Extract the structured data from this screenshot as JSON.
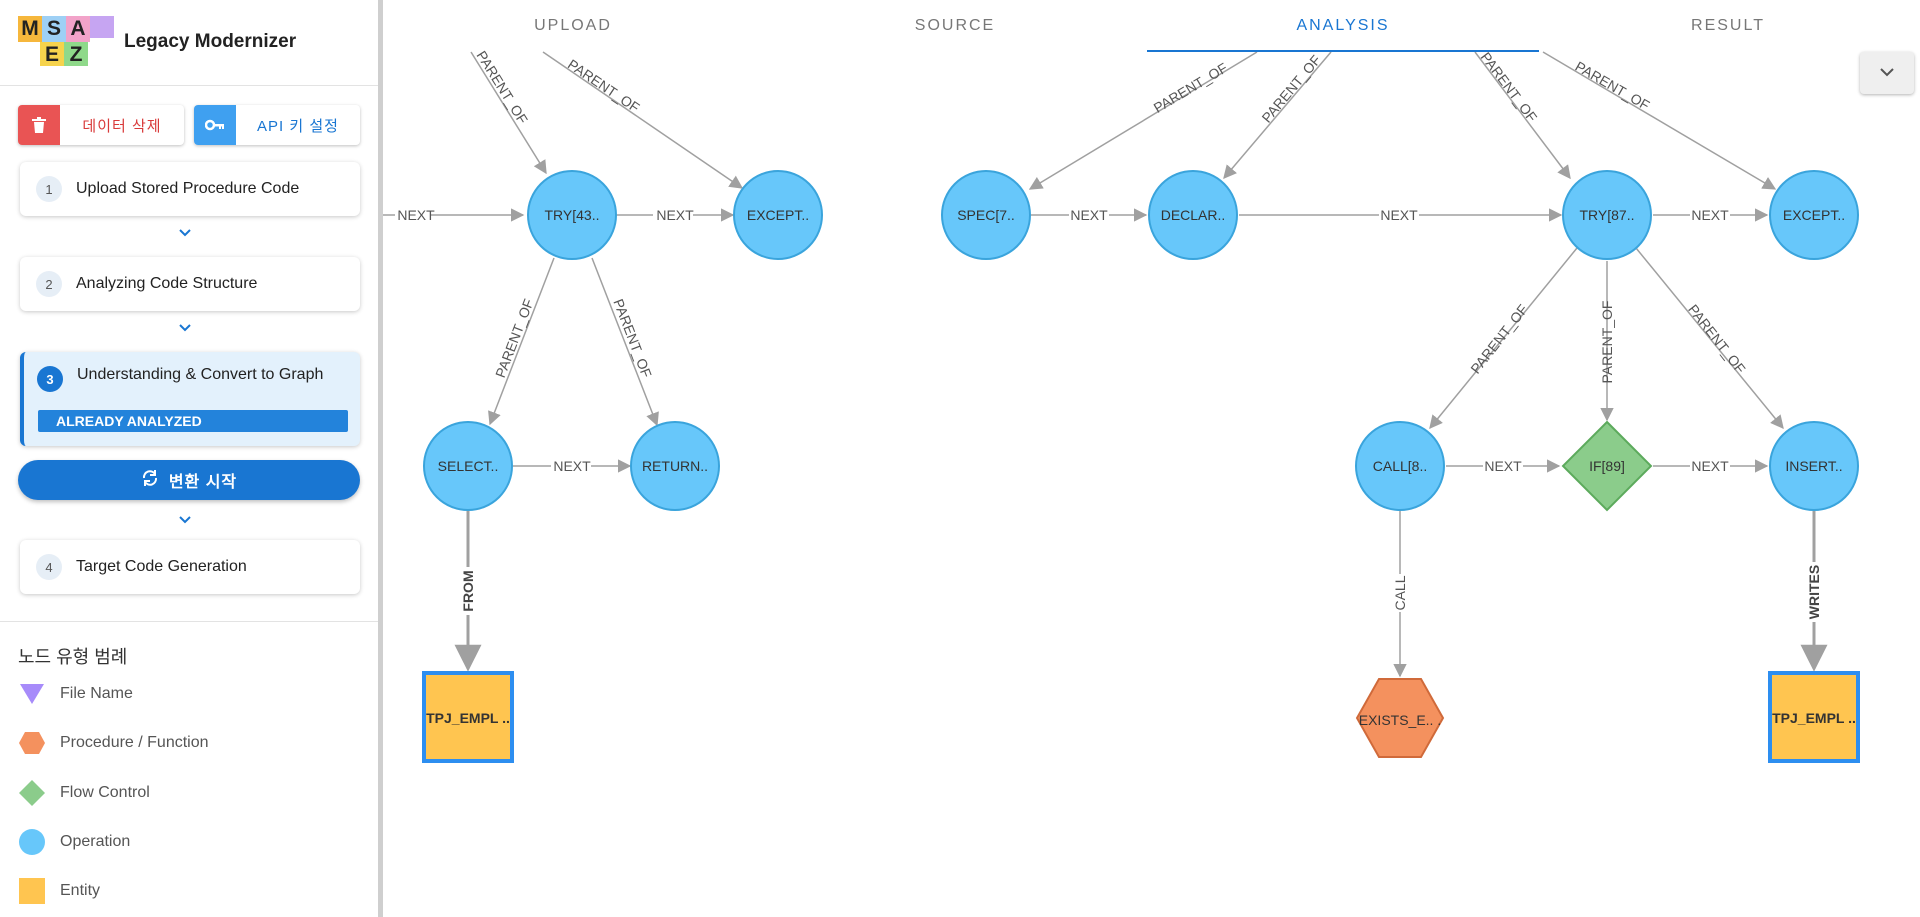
{
  "app": {
    "title": "Legacy Modernizer",
    "logo_letters": [
      "M",
      "S",
      "A",
      "E",
      "Z"
    ]
  },
  "sidebar": {
    "delete_button": "데이터 삭제",
    "api_button": "API 키 설정",
    "steps": [
      {
        "num": "1",
        "label": "Upload Stored Procedure Code"
      },
      {
        "num": "2",
        "label": "Analyzing Code Structure"
      },
      {
        "num": "3",
        "label": "Understanding & Convert to Graph",
        "badge": "ALREADY ANALYZED"
      },
      {
        "num": "4",
        "label": "Target Code Generation"
      }
    ],
    "convert_button": "변환 시작",
    "legend": {
      "title": "노드 유형 범례",
      "items": [
        {
          "label": "File Name",
          "color": "#a78bfa",
          "shape": "triangle"
        },
        {
          "label": "Procedure / Function",
          "color": "#f4915e",
          "shape": "hexagon"
        },
        {
          "label": "Flow Control",
          "color": "#8bcc8b",
          "shape": "diamond"
        },
        {
          "label": "Operation",
          "color": "#67c7fa",
          "shape": "circle"
        },
        {
          "label": "Entity",
          "color": "#ffc550",
          "shape": "square"
        }
      ]
    }
  },
  "tabs": [
    {
      "label": "UPLOAD",
      "active": false
    },
    {
      "label": "SOURCE",
      "active": false
    },
    {
      "label": "ANALYSIS",
      "active": true
    },
    {
      "label": "RESULT",
      "active": false
    }
  ],
  "graph": {
    "nodes": [
      {
        "id": "try43",
        "label": "TRY[43..",
        "type": "operation"
      },
      {
        "id": "except1",
        "label": "EXCEPT..",
        "type": "operation"
      },
      {
        "id": "select",
        "label": "SELECT..",
        "type": "operation"
      },
      {
        "id": "return",
        "label": "RETURN..",
        "type": "operation"
      },
      {
        "id": "entity1",
        "label": "TPJ_EMPL ..",
        "type": "entity"
      },
      {
        "id": "spec",
        "label": "SPEC[7..",
        "type": "operation"
      },
      {
        "id": "declar",
        "label": "DECLAR..",
        "type": "operation"
      },
      {
        "id": "try87",
        "label": "TRY[87..",
        "type": "operation"
      },
      {
        "id": "except2",
        "label": "EXCEPT..",
        "type": "operation"
      },
      {
        "id": "call8",
        "label": "CALL[8..",
        "type": "operation"
      },
      {
        "id": "if89",
        "label": "IF[89]",
        "type": "flow"
      },
      {
        "id": "insert",
        "label": "INSERT..",
        "type": "operation"
      },
      {
        "id": "exists",
        "label": "EXISTS_E.. .",
        "type": "procedure"
      },
      {
        "id": "entity2",
        "label": "TPJ_EMPL ..",
        "type": "entity"
      }
    ],
    "edges": [
      {
        "from": "left-offscreen",
        "to": "try43",
        "label": "NEXT"
      },
      {
        "from": "try43",
        "to": "except1",
        "label": "NEXT"
      },
      {
        "from": "top-offscreen-1",
        "to": "try43",
        "label": "PARENT_OF"
      },
      {
        "from": "top-offscreen-1",
        "to": "except1",
        "label": "PARENT_OF"
      },
      {
        "from": "try43",
        "to": "select",
        "label": "PARENT_OF"
      },
      {
        "from": "try43",
        "to": "return",
        "label": "PARENT_OF"
      },
      {
        "from": "select",
        "to": "return",
        "label": "NEXT"
      },
      {
        "from": "select",
        "to": "entity1",
        "label": "FROM"
      },
      {
        "from": "top-offscreen-2",
        "to": "spec",
        "label": "PARENT_OF"
      },
      {
        "from": "top-offscreen-2",
        "to": "declar",
        "label": "PARENT_OF"
      },
      {
        "from": "top-offscreen-2",
        "to": "try87",
        "label": "PARENT_OF"
      },
      {
        "from": "top-offscreen-2",
        "to": "except2",
        "label": "PARENT_OF"
      },
      {
        "from": "spec",
        "to": "declar",
        "label": "NEXT"
      },
      {
        "from": "declar",
        "to": "try87",
        "label": "NEXT"
      },
      {
        "from": "try87",
        "to": "except2",
        "label": "NEXT"
      },
      {
        "from": "try87",
        "to": "call8",
        "label": "PARENT_OF"
      },
      {
        "from": "try87",
        "to": "if89",
        "label": "PARENT_OF"
      },
      {
        "from": "try87",
        "to": "insert",
        "label": "PARENT_OF"
      },
      {
        "from": "call8",
        "to": "if89",
        "label": "NEXT"
      },
      {
        "from": "if89",
        "to": "insert",
        "label": "NEXT"
      },
      {
        "from": "call8",
        "to": "exists",
        "label": "CALL"
      },
      {
        "from": "insert",
        "to": "entity2",
        "label": "WRITES"
      }
    ]
  },
  "colors": {
    "accent": "#1976d2",
    "operation": "#67c7fa",
    "entity": "#ffc550",
    "flow": "#8bcc8b",
    "procedure": "#f4915e"
  }
}
